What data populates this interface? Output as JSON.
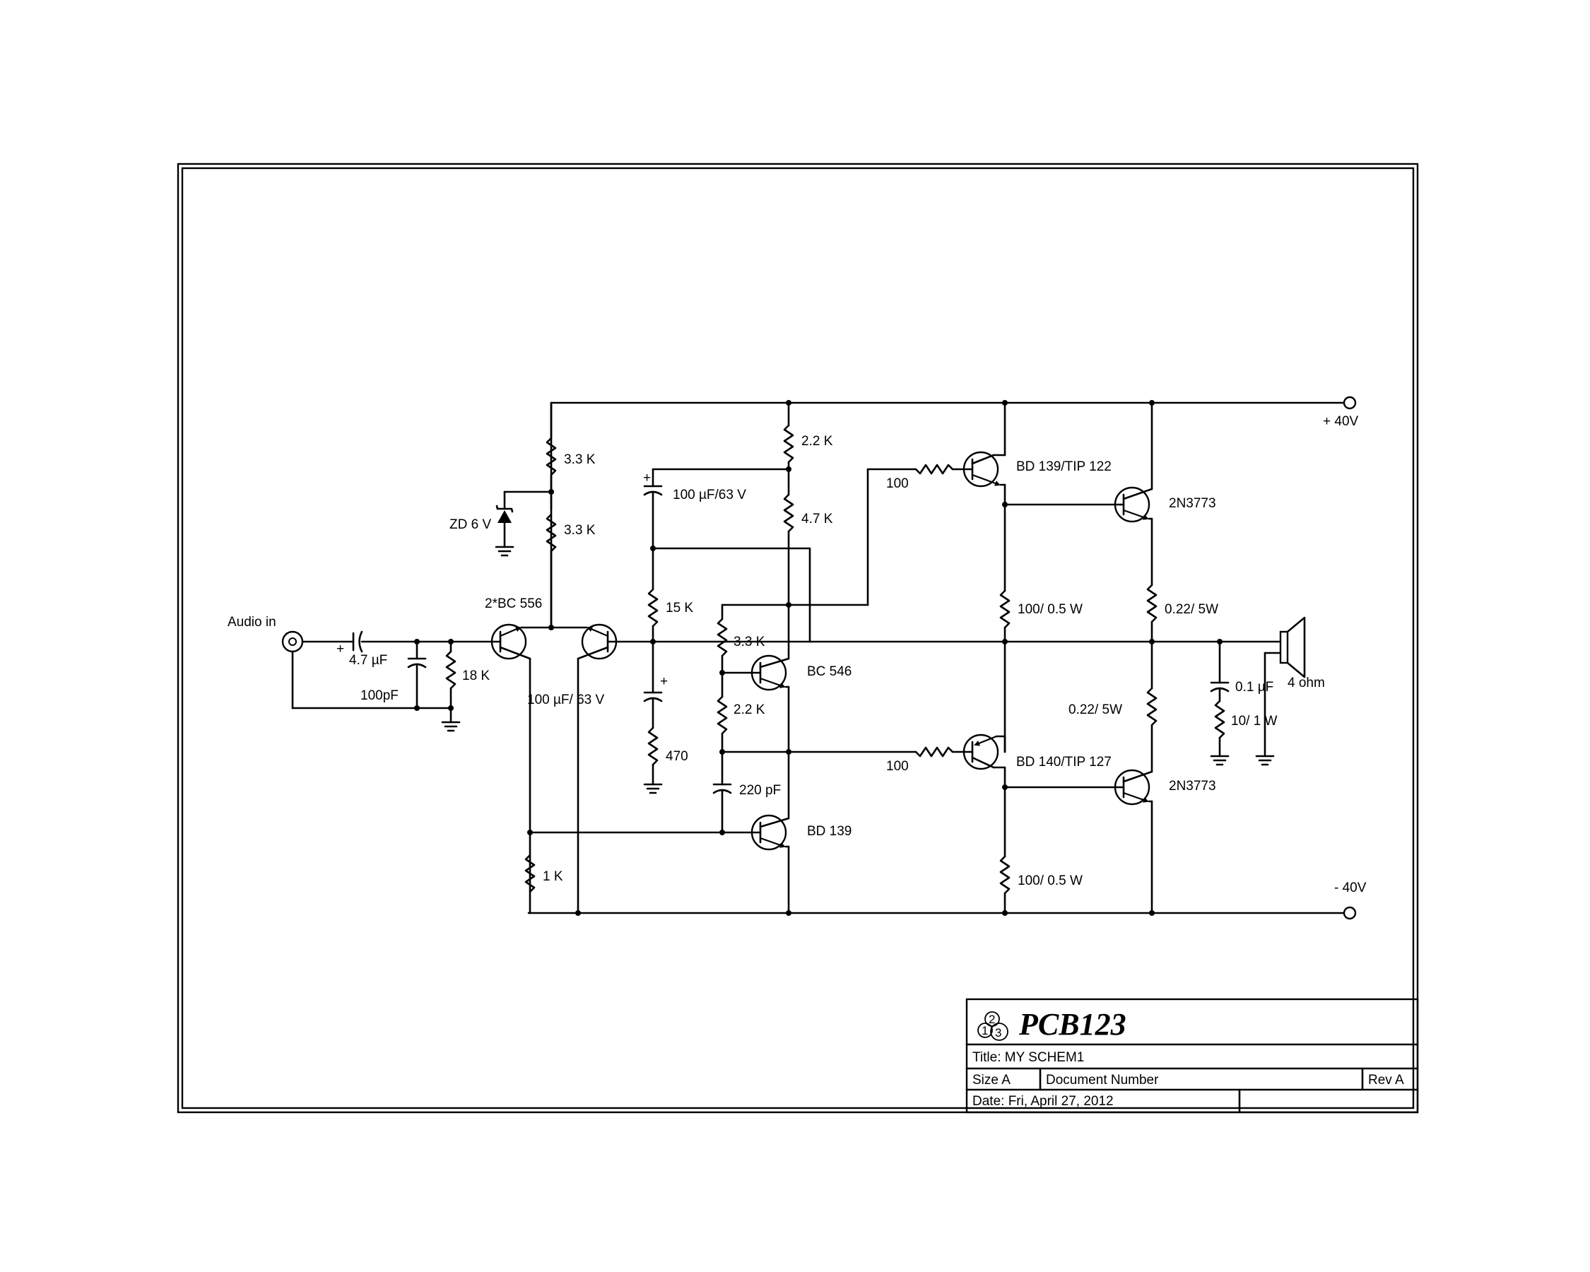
{
  "labels": {
    "audio_in": "Audio in",
    "c_in": "4.7 µF",
    "c_in_plus": "+",
    "c_100pf": "100pF",
    "r_18k": "18 K",
    "pair": "2*BC 556",
    "zd": "ZD 6 V",
    "r_33k_a": "3.3 K",
    "r_33k_b": "3.3 K",
    "c_100u_63_a": "100 µF/ 63 V",
    "r_1k": "1 K",
    "c_100u_63_b": "100 µF/63 V",
    "c_plus_top": "+",
    "c_plus_mid": "+",
    "r_15k": "15 K",
    "r_470": "470",
    "r_22k_a": "2.2 K",
    "r_47k": "4.7 K",
    "r_33k_c": "3.3 K",
    "q_bc546": "BC 546",
    "r_22k_b": "2.2 K",
    "c_220pf": "220 pF",
    "q_bd139": "BD 139",
    "r_100_a": "100",
    "r_100_b": "100",
    "q_bd139_tip": "BD 139/TIP 122",
    "q_bd140_tip": "BD 140/TIP 127",
    "r_100w_a": "100/ 0.5 W",
    "r_100w_b": "100/ 0.5 W",
    "q_2n_a": "2N3773",
    "q_2n_b": "2N3773",
    "r_022_a": "0.22/ 5W",
    "r_022_b": "0.22/ 5W",
    "c_01uf": "0.1 µF",
    "r_10_1w": "10/ 1 W",
    "spk": "4 ohm",
    "v_pos": "+ 40V",
    "v_neg": "- 40V"
  },
  "title_block": {
    "brand": "PCB123",
    "logo_digits": [
      "1",
      "2",
      "3"
    ],
    "title": "Title: MY SCHEM1",
    "size": "Size A",
    "doc_number": "Document Number",
    "rev": "Rev A",
    "date": "Date: Fri, April 27, 2012"
  }
}
